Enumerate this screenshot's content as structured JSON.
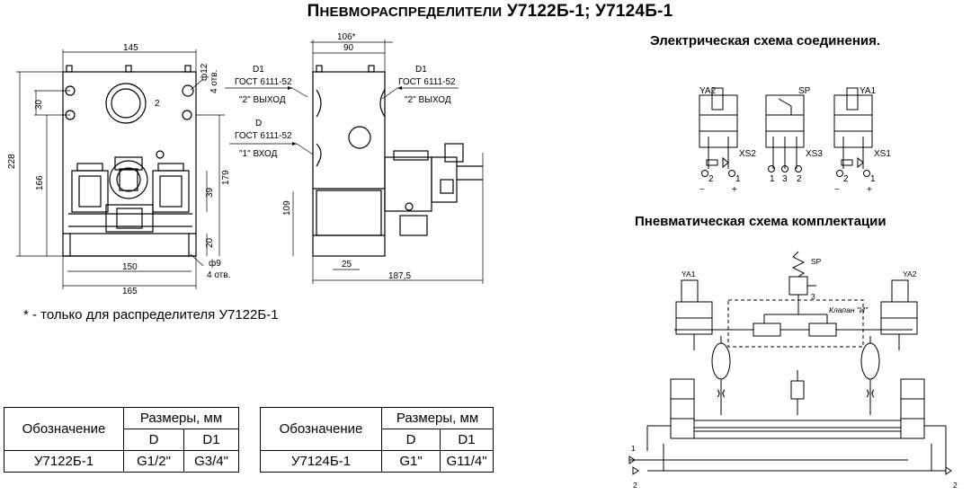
{
  "title": {
    "lead": "П",
    "caps": "НЕВМОРАСПРЕДЕЛИТЕЛИ",
    "models": "У7122Б-1; У7124Б-1"
  },
  "electrical_heading": "Электрическая схема соединения.",
  "pneumatic_heading": "Пневматическая схема комплектации",
  "footnote": "* - только для распределителя У7122Б-1",
  "drawing": {
    "dims": {
      "w145": "145",
      "d12": "ф12",
      "h4a": "4 отв.",
      "h30": "30",
      "h228": "228",
      "h166": "166",
      "h179": "179",
      "h39": "39",
      "h20": "20",
      "w150": "150",
      "w165": "165",
      "d9": "ф9",
      "h4b": "4 отв.",
      "w106": "106*",
      "w90": "90",
      "h109": "109",
      "w25": "25",
      "w187": "187,5",
      "port2": "2"
    },
    "callouts": {
      "d1_left": "D1",
      "gost_left": "ГОСТ 6111-52",
      "out_left": "\"2\" ВЫХОД",
      "d_left": "D",
      "gost_left2": "ГОСТ 6111-52",
      "in_left": "\"1\" ВХОД",
      "d1_right": "D1",
      "gost_right": "ГОСТ 6111-52",
      "out_right": "\"2\" ВЫХОД"
    }
  },
  "electrical": {
    "units": [
      {
        "coil": "YA2",
        "connector": "XS2",
        "pins": [
          "2",
          "1"
        ],
        "signs": [
          "−",
          "+"
        ]
      },
      {
        "coil": "SP",
        "connector": "XS3",
        "pins": [
          "1",
          "3",
          "2"
        ]
      },
      {
        "coil": "YA1",
        "connector": "XS1",
        "pins": [
          "2",
          "1"
        ],
        "signs": [
          "−",
          "+"
        ]
      }
    ]
  },
  "pneumatic": {
    "sp": "SP",
    "ya1": "YA1",
    "ya2": "YA2",
    "port3": "3",
    "valve": "Клапан \"И\"",
    "port1": "1",
    "port2a": "2",
    "port2b": "2"
  },
  "tables": [
    {
      "designation": "Обозначение",
      "sizes": "Размеры, мм",
      "col_d": "D",
      "col_d1": "D1",
      "row": {
        "name": "У7122Б-1",
        "d": "G1/2\"",
        "d1": "G3/4\""
      }
    },
    {
      "designation": "Обозначение",
      "sizes": "Размеры, мм",
      "col_d": "D",
      "col_d1": "D1",
      "row": {
        "name": "У7124Б-1",
        "d": "G1\"",
        "d1": "G11/4\""
      }
    }
  ]
}
